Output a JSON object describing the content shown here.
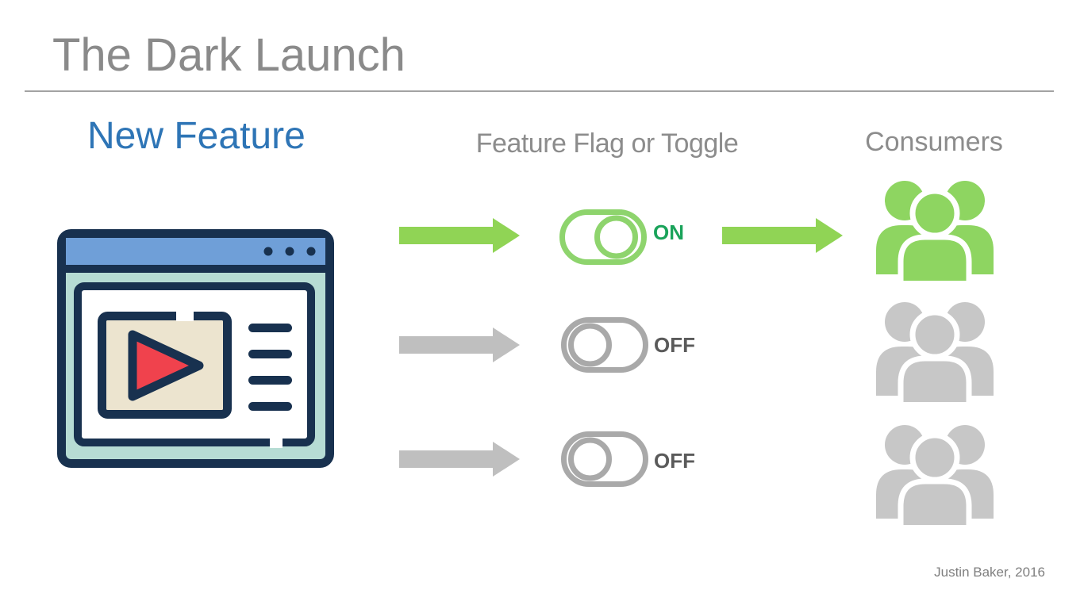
{
  "slide": {
    "title": "The Dark Launch",
    "attribution": "Justin Baker, 2016"
  },
  "columns": {
    "new_feature": "New Feature",
    "feature_flag": "Feature Flag or Toggle",
    "consumers": "Consumers"
  },
  "flows": [
    {
      "toggle_state": "ON",
      "label": "ON",
      "variant": "green",
      "has_output_arrow": true,
      "consumers_icon": "users-group-icon"
    },
    {
      "toggle_state": "OFF",
      "label": "OFF",
      "variant": "gray",
      "has_output_arrow": false,
      "consumers_icon": "users-group-icon"
    },
    {
      "toggle_state": "OFF",
      "label": "OFF",
      "variant": "gray",
      "has_output_arrow": false,
      "consumers_icon": "users-group-icon"
    }
  ],
  "icons": {
    "new_feature": "browser-video-icon",
    "flow_arrow": "arrow-right-icon",
    "toggle": "toggle-switch-icon",
    "consumers": "users-group-icon"
  },
  "colors": {
    "title_gray": "#8a8a8a",
    "heading_gray": "#8c8c8c",
    "accent_blue": "#2e75b6",
    "arrow_green": "#90d455",
    "toggle_green": "#8ed46d",
    "on_text_green": "#1aa35a",
    "arrow_gray": "#bfbfbf",
    "toggle_gray": "#a9a9a9",
    "off_text_gray": "#5a5a5a",
    "people_green": "#8ed561",
    "people_gray": "#c7c7c7",
    "icon_navy": "#18314f",
    "icon_blue": "#6f9fd8",
    "icon_teal": "#b6dcd4",
    "icon_cream": "#ece4cf",
    "icon_red": "#f0424d"
  }
}
